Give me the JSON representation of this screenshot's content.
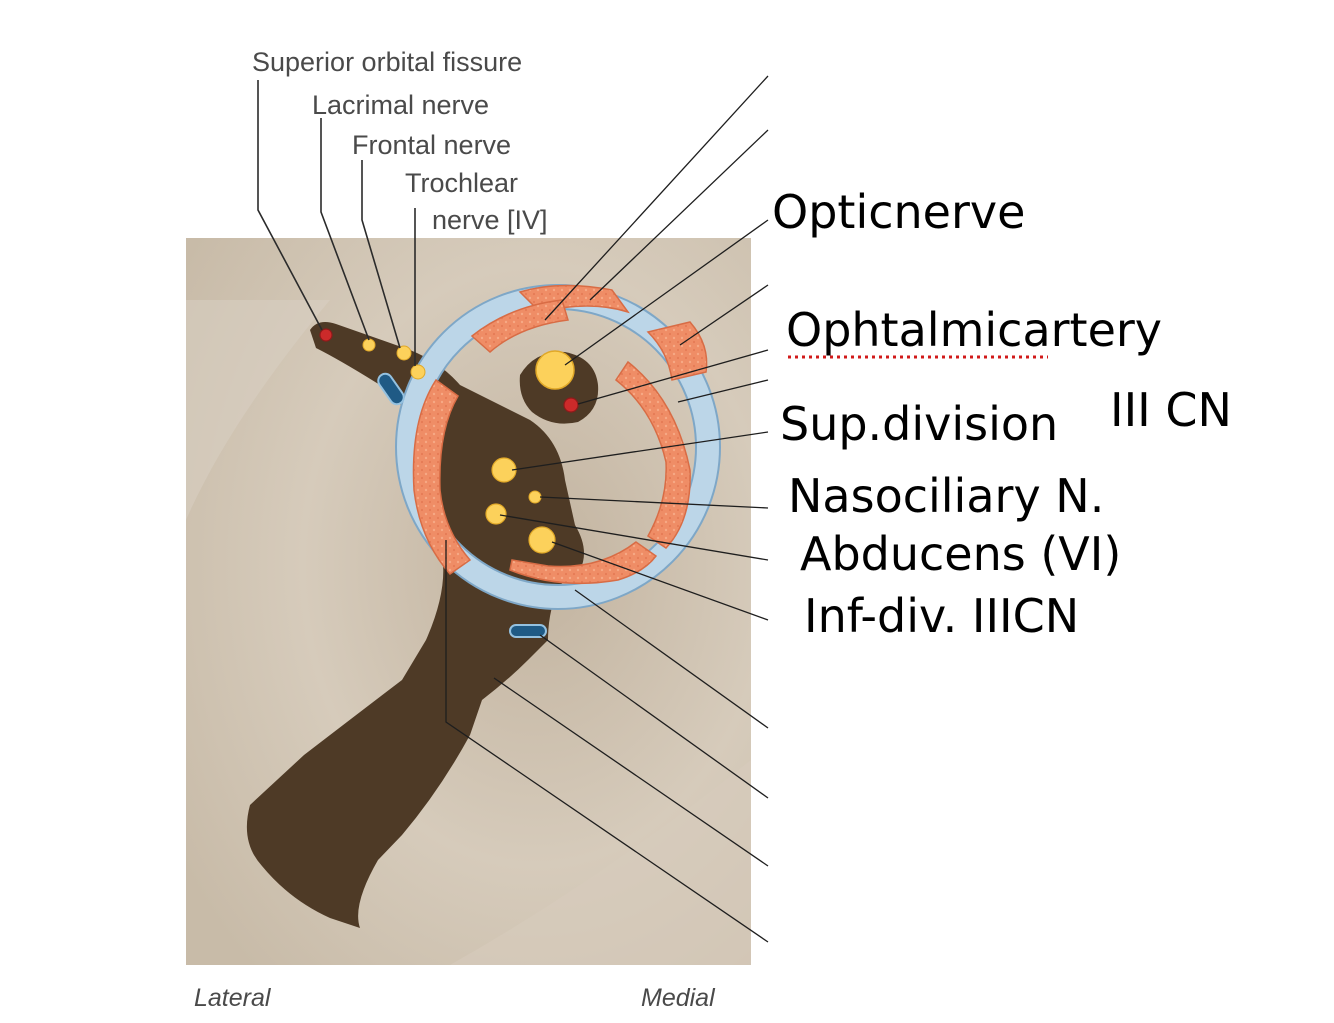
{
  "printed_labels": {
    "superior_orbital_fissure": "Superior orbital fissure",
    "lacrimal_nerve": "Lacrimal nerve",
    "frontal_nerve": "Frontal nerve",
    "trochlear_line1": "Trochlear",
    "trochlear_line2": "nerve [IV]",
    "lateral": "Lateral",
    "medial": "Medial"
  },
  "handwritten_labels": {
    "optic_nerve": "Opticnerve",
    "ophthalmic_artery": "Ophtalmicartery",
    "sup_division": "Sup.division",
    "sup_division_suffix": "III CN",
    "nasociliary": "Nasociliary N.",
    "abducens": "Abducens (VI)",
    "inf_division": "Inf-div. IIICN"
  },
  "colors": {
    "background_panel": "#c9bcaa",
    "fissure": "#4e3a26",
    "muscle": "#ef8d66",
    "tendon_ring": "#bcd6e8",
    "nerve": "#fcd15b",
    "artery": "#cc2a2a",
    "vein": "#1f5a85",
    "spellcheck_underline": "#d11a1a"
  }
}
